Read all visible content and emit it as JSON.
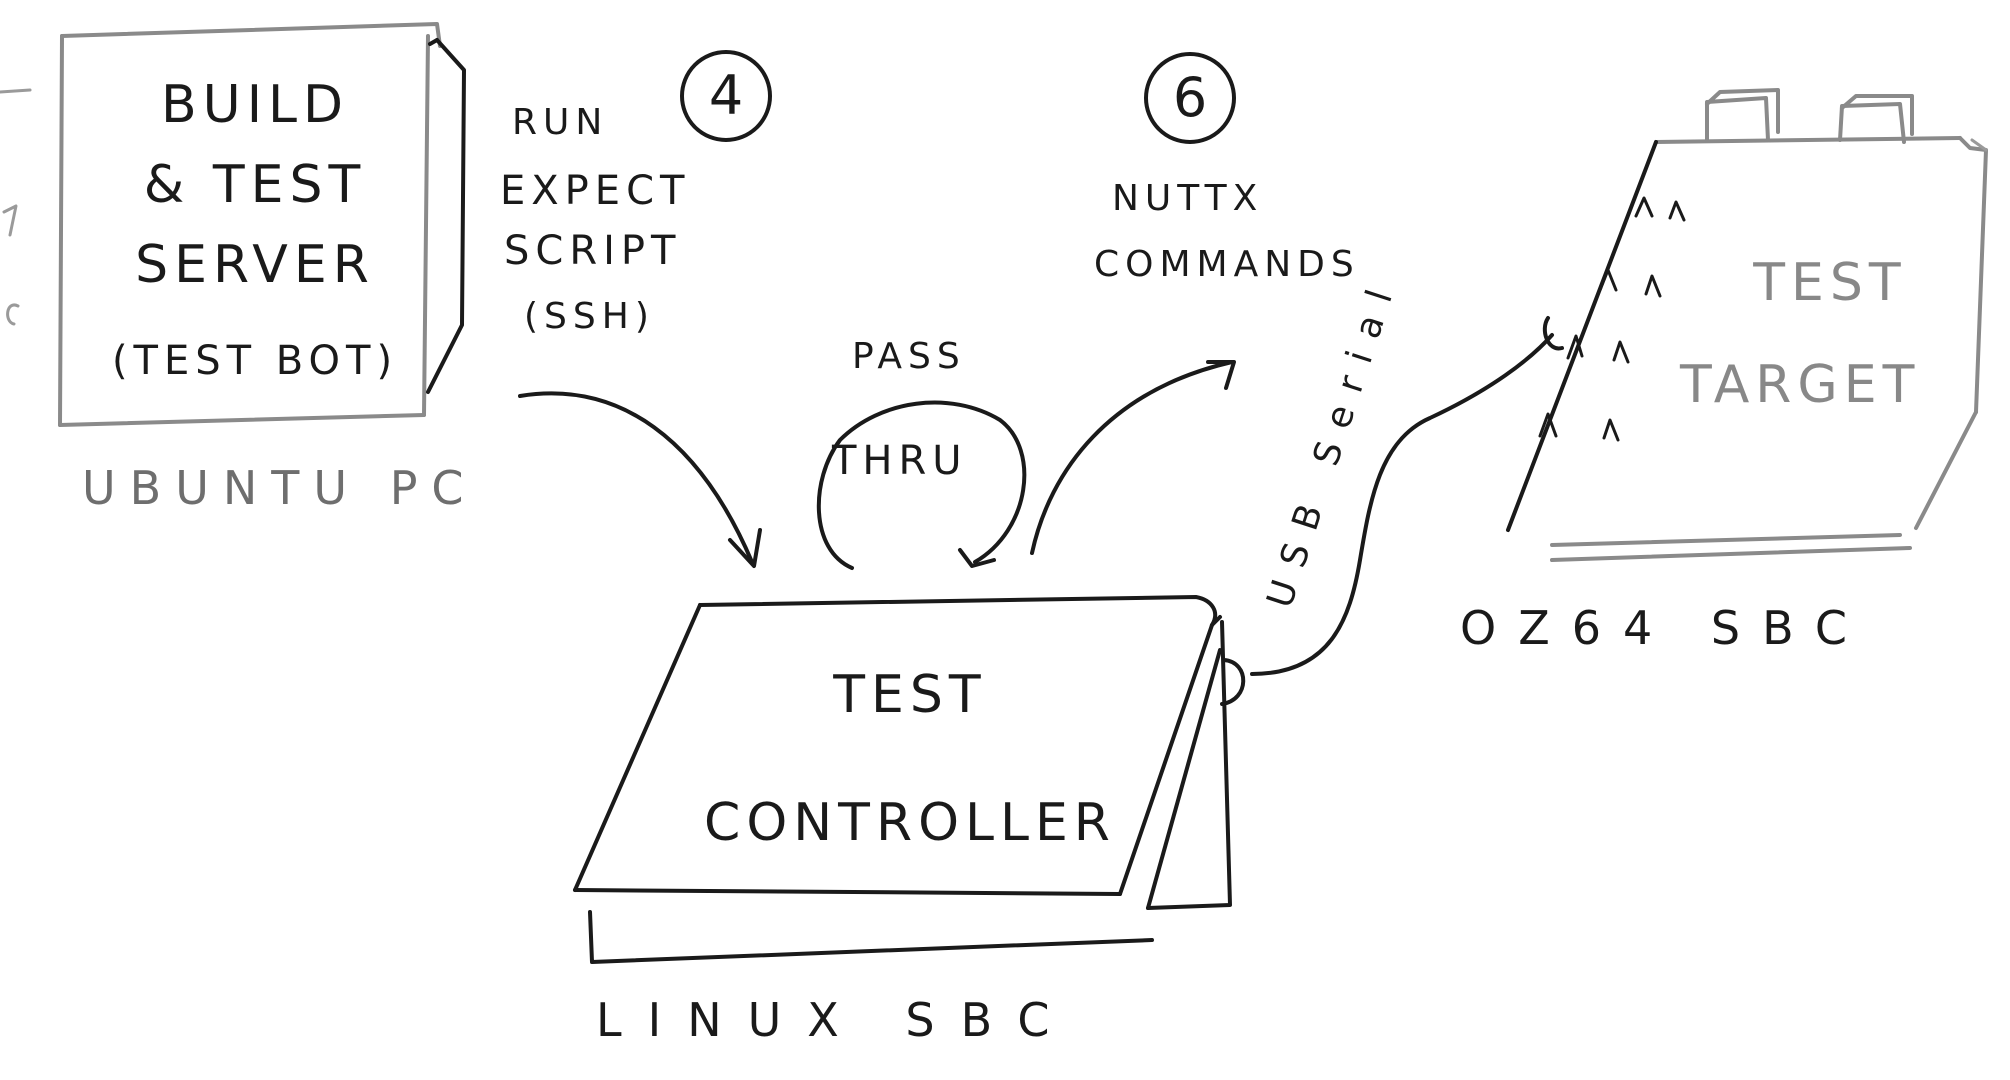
{
  "nodes": {
    "build_server": {
      "title_line1": "Build",
      "title_line2": "& Test",
      "title_line3": "Server",
      "subtitle": "(Test Bot)",
      "caption": "Ubuntu PC"
    },
    "test_controller": {
      "title_line1": "Test",
      "title_line2": "Controller",
      "caption": "Linux SBC"
    },
    "test_target": {
      "title_line1": "Test",
      "title_line2": "Target",
      "caption": "OZ64 SBC"
    }
  },
  "flows": {
    "step_a": {
      "number": "4",
      "line1": "Run",
      "line2": "Expect",
      "line3": "Script",
      "line4": "(SSH)"
    },
    "step_b": {
      "number": "6",
      "line1": "NuttX",
      "line2": "Commands"
    },
    "pass_thru": {
      "line1": "Pass",
      "line2": "Thru"
    },
    "usb_serial": {
      "label": "USB Serial"
    }
  },
  "colors": {
    "ink": "#1a1a1a",
    "ink_grey": "#6e6e6e",
    "ink_light": "#888888",
    "paper": "#ffffff"
  }
}
